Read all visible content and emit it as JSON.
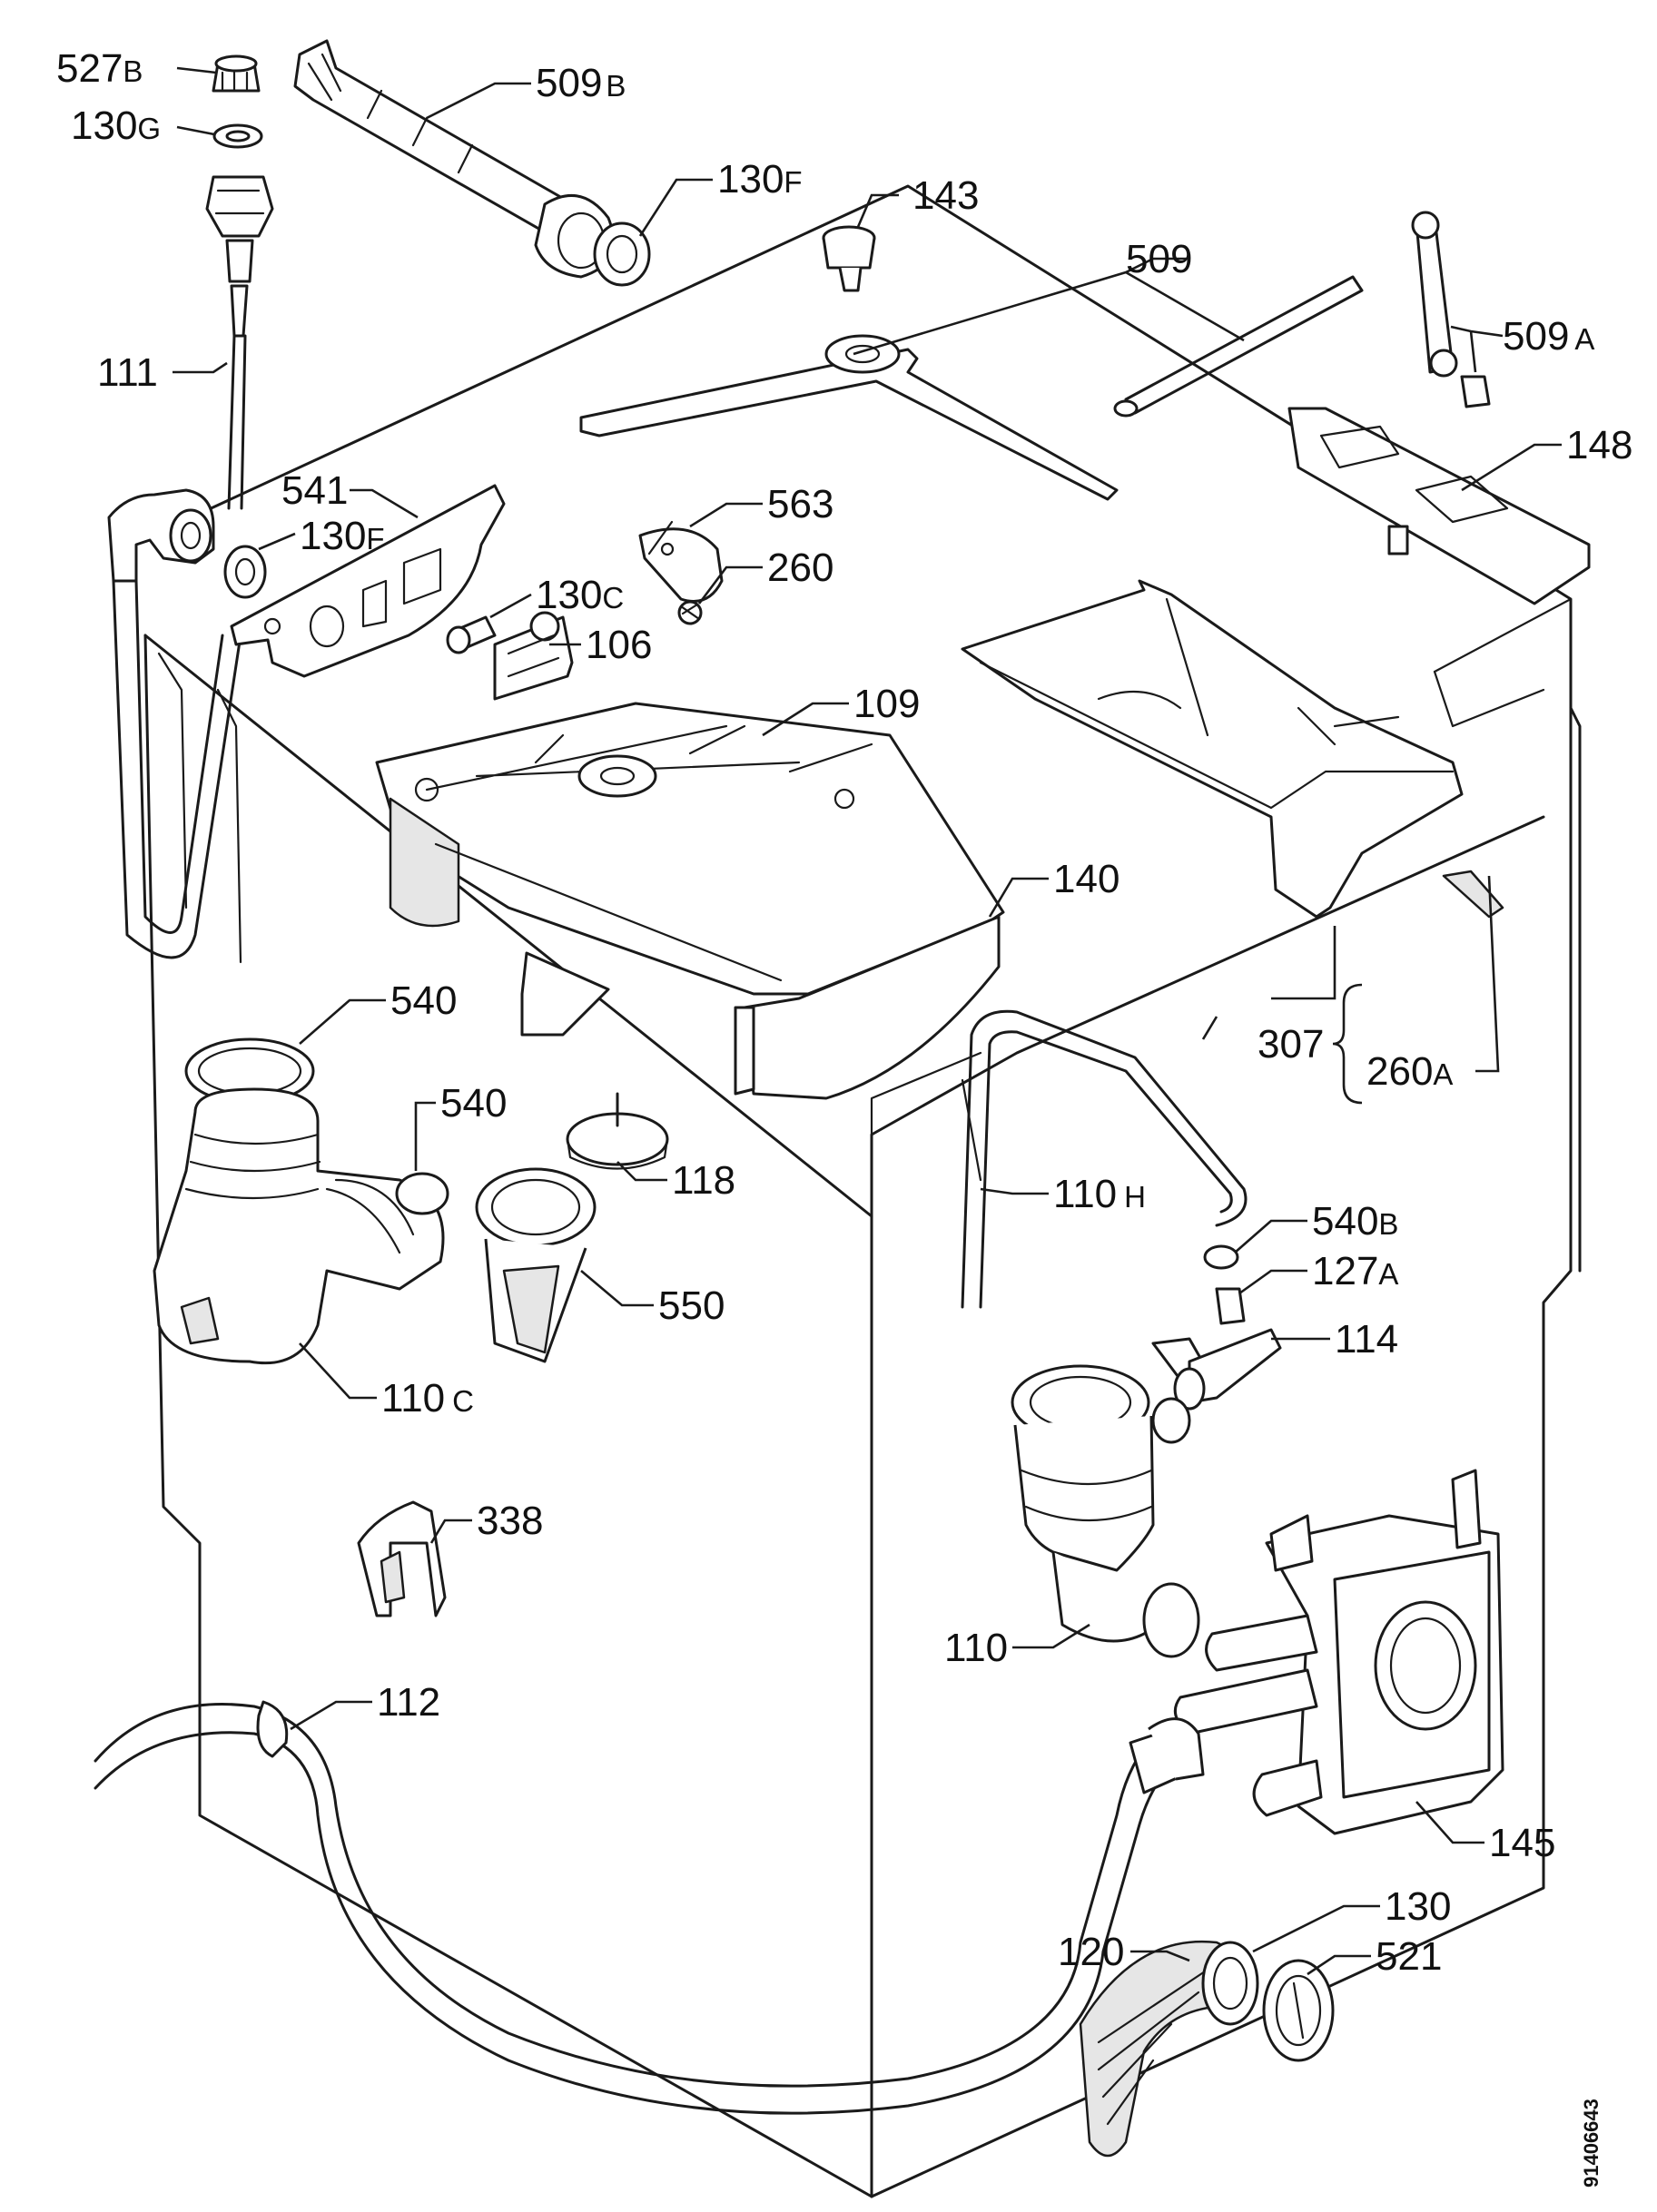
{
  "document_number": "91406643",
  "labels": {
    "l527b": {
      "num": "527",
      "suffix": "B"
    },
    "l130g": {
      "num": "130",
      "suffix": "G"
    },
    "l509b": {
      "num": "509",
      "suffix": "B"
    },
    "l130f_top": {
      "num": "130",
      "suffix": "F"
    },
    "l143": {
      "num": "143",
      "suffix": ""
    },
    "l509": {
      "num": "509",
      "suffix": ""
    },
    "l509a": {
      "num": "509",
      "suffix": "A"
    },
    "l111": {
      "num": "111",
      "suffix": ""
    },
    "l148": {
      "num": "148",
      "suffix": ""
    },
    "l541": {
      "num": "541",
      "suffix": ""
    },
    "l563": {
      "num": "563",
      "suffix": ""
    },
    "l130f_mid": {
      "num": "130",
      "suffix": "F"
    },
    "l260": {
      "num": "260",
      "suffix": ""
    },
    "l130c": {
      "num": "130",
      "suffix": "C"
    },
    "l106": {
      "num": "106",
      "suffix": ""
    },
    "l109": {
      "num": "109",
      "suffix": ""
    },
    "l140": {
      "num": "140",
      "suffix": ""
    },
    "l540_a": {
      "num": "540",
      "suffix": ""
    },
    "l307": {
      "num": "307",
      "suffix": ""
    },
    "l260a": {
      "num": "260",
      "suffix": "A"
    },
    "l540_b": {
      "num": "540",
      "suffix": ""
    },
    "l118": {
      "num": "118",
      "suffix": ""
    },
    "l110h": {
      "num": "110",
      "suffix": "H"
    },
    "l540b": {
      "num": "540",
      "suffix": "B"
    },
    "l550": {
      "num": "550",
      "suffix": ""
    },
    "l127a": {
      "num": "127",
      "suffix": "A"
    },
    "l114": {
      "num": "114",
      "suffix": ""
    },
    "l110c": {
      "num": "110",
      "suffix": "C"
    },
    "l338": {
      "num": "338",
      "suffix": ""
    },
    "l110": {
      "num": "110",
      "suffix": ""
    },
    "l112": {
      "num": "112",
      "suffix": ""
    },
    "l145": {
      "num": "145",
      "suffix": ""
    },
    "l130": {
      "num": "130",
      "suffix": ""
    },
    "l120": {
      "num": "120",
      "suffix": ""
    },
    "l521": {
      "num": "521",
      "suffix": ""
    }
  }
}
